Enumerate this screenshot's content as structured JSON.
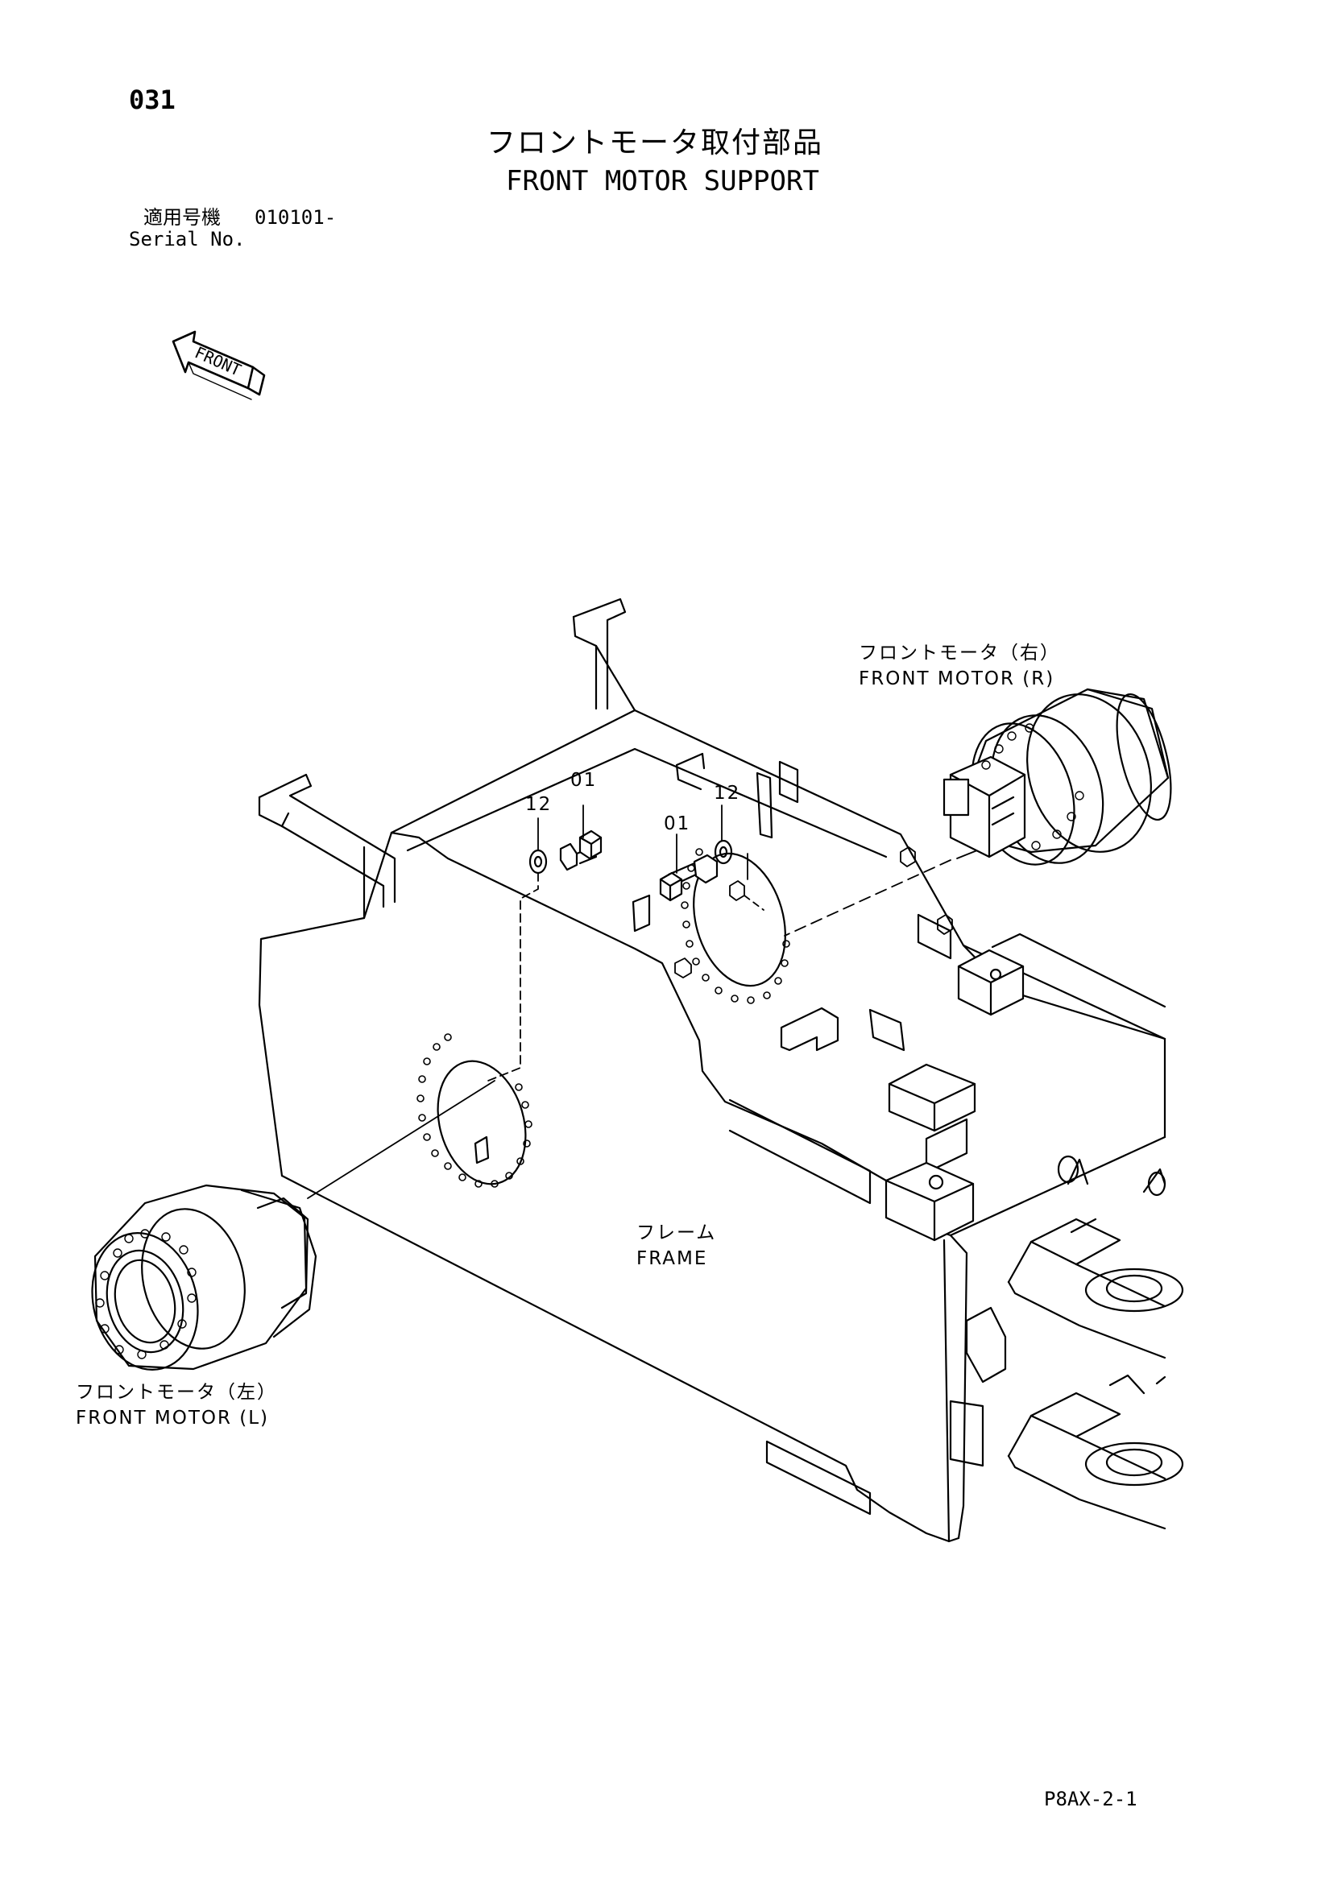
{
  "page_number": "031",
  "title_jp": "フロントモータ取付部品",
  "title_en": "FRONT MOTOR SUPPORT",
  "serial": {
    "label_jp": "適用号機",
    "value": "010101-",
    "label_en": "Serial No."
  },
  "front_arrow": "FRONT",
  "parts": {
    "motor_r_jp": "フロントモータ（右）",
    "motor_r_en": "FRONT MOTOR (R)",
    "motor_l_jp": "フロントモータ（左）",
    "motor_l_en": "FRONT MOTOR (L)",
    "frame_jp": "フレーム",
    "frame_en": "FRAME"
  },
  "callouts": {
    "bolt_left": "01",
    "washer_left": "12",
    "bolt_right": "01",
    "washer_right": "12"
  },
  "drawing_code": "P8AX-2-1"
}
